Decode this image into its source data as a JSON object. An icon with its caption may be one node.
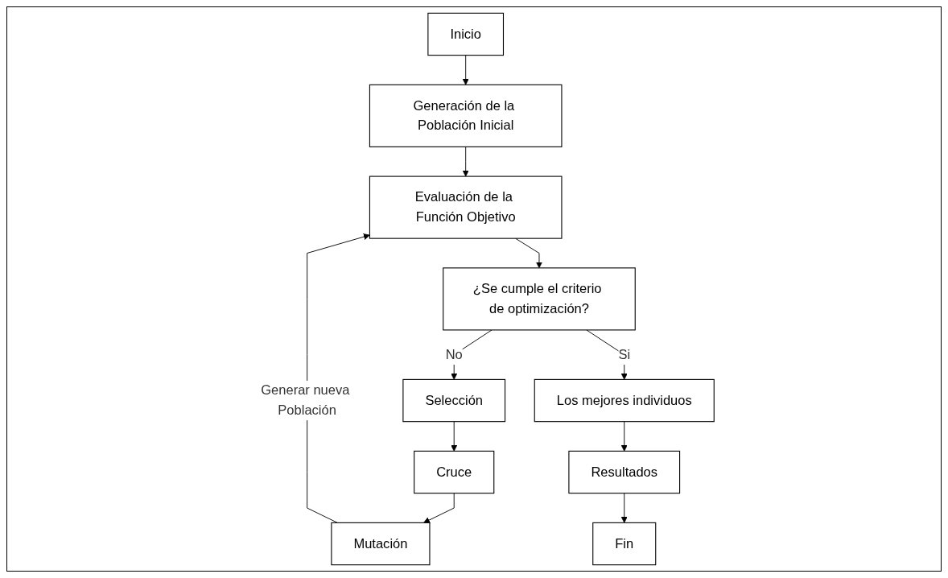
{
  "diagram": {
    "nodes": [
      {
        "text": [
          "Inicio"
        ]
      },
      {
        "text": [
          "Generación de la Población Inicial"
        ]
      },
      {
        "text": [
          "Evaluación de la Función Objetivo"
        ]
      },
      {
        "text": [
          "¿Se cumple el criterio de optimización?"
        ]
      },
      {
        "text": [
          "Selección"
        ]
      },
      {
        "text": [
          "Cruce"
        ]
      },
      {
        "text": [
          "Mutación"
        ]
      },
      {
        "text": [
          "Los mejores individuos"
        ]
      },
      {
        "text": [
          "Resultados"
        ]
      },
      {
        "text": [
          "Fin"
        ]
      }
    ],
    "edges": [
      {
        "from": 0,
        "to": 1,
        "arrow": "to"
      },
      {
        "from": 1,
        "to": 2,
        "arrow": "to"
      },
      {
        "from": 2,
        "to": 3,
        "arrow": "to"
      },
      {
        "from": 3,
        "to": 4,
        "arrow": "to",
        "label": "No"
      },
      {
        "from": 3,
        "to": 7,
        "arrow": "to",
        "label": "Si"
      },
      {
        "from": 4,
        "to": 5,
        "arrow": "to"
      },
      {
        "from": 5,
        "to": 6,
        "arrow": "to"
      },
      {
        "from": 6,
        "to": 2,
        "arrow": "to",
        "label": "Generar nueva Población"
      },
      {
        "from": 7,
        "to": 8,
        "arrow": "to"
      },
      {
        "from": 8,
        "to": 9,
        "arrow": "to"
      }
    ]
  }
}
